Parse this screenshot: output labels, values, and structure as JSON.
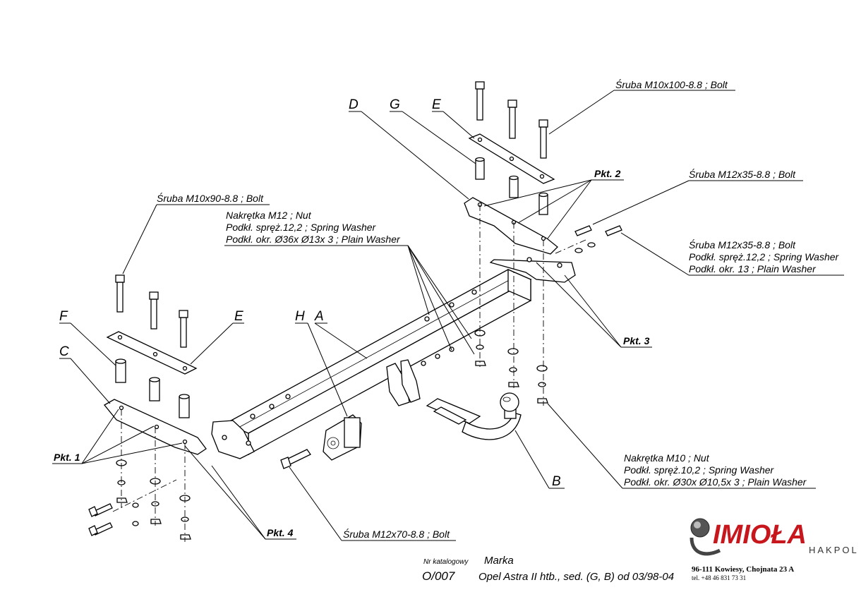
{
  "labels": {
    "bolt_m10x100": "Śruba M10x100-8.8 ;  Bolt",
    "bolt_m12x35_top": "Śruba M12x35-8.8 ;  Bolt",
    "right_bolt_line1": "Śruba M12x35-8.8 ;  Bolt",
    "right_bolt_line2": "Podkł. spręż.12,2 ; Spring Washer",
    "right_bolt_line3": "Podkł. okr. 13 ; Plain Washer",
    "bolt_m10x90": "Śruba M10x90-8.8 ;  Bolt",
    "nut_line1": "Nakrętka  M12 ; Nut",
    "nut_line2": "Podkł. spręż.12,2 ; Spring Washer",
    "nut_line3": "Podkł. okr.  Ø36x Ø13x 3 ; Plain Washer",
    "m10_nut_line1": "Nakrętka  M10 ; Nut",
    "m10_nut_line2": "Podkł. spręż.10,2 ; Spring Washer",
    "m10_nut_line3": "Podkł. okr.  Ø30x Ø10,5x 3 ; Plain Washer",
    "bolt_m12x70": "Śruba M12x70-8.8 ;  Bolt"
  },
  "letters": {
    "D": "D",
    "G": "G",
    "E_top": "E",
    "F": "F",
    "E_left": "E",
    "C": "C",
    "H": "H",
    "A": "A",
    "B": "B"
  },
  "points": {
    "pkt1": "Pkt. 1",
    "pkt2": "Pkt. 2",
    "pkt3": "Pkt. 3",
    "pkt4": "Pkt. 4"
  },
  "catalog": {
    "nr_label": "Nr katalogowy",
    "marka_label": "Marka",
    "nr_value": "O/007",
    "marka_value": "Opel Astra II htb., sed. (G, B)  od  03/98-04"
  },
  "brand": {
    "logo_text": "IMIOŁA",
    "sub_text": "HAKPOL",
    "address": "96-111 Kowiesy, Chojnata 23 A",
    "phone": "tel. +48 46 831 73 31",
    "logo_color": "#c8161d"
  }
}
